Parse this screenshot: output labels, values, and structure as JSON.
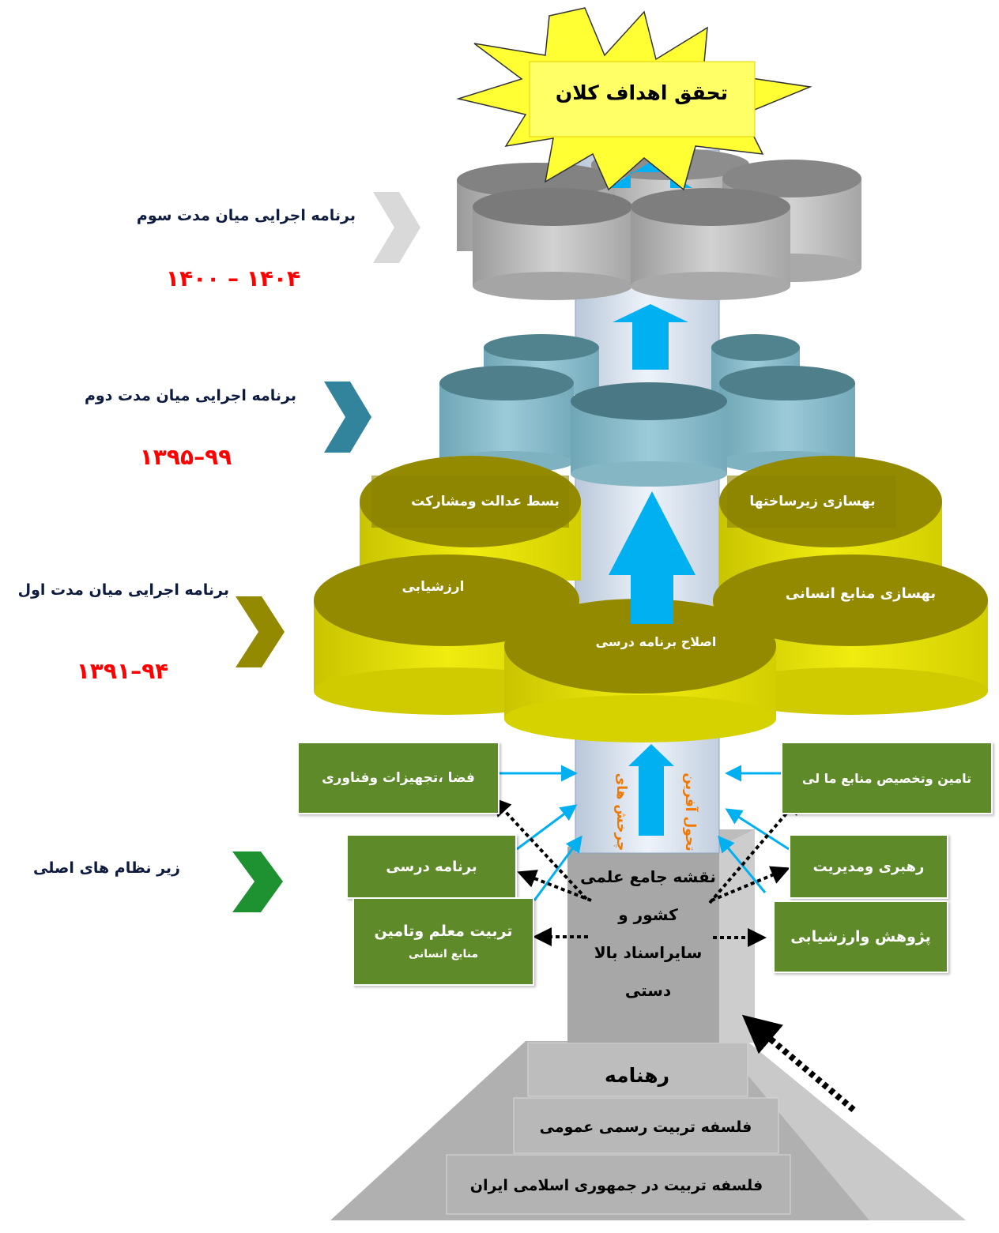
{
  "goal": {
    "title": "تحقق اهداف کلان"
  },
  "phases": [
    {
      "label": "برنامه  اجرایی میان مدت سوم",
      "years": "۱۴۰۰  –  ۱۴۰۴",
      "chevron_color": "#d9d9d9"
    },
    {
      "label": "برنامه اجرایی میان مدت دوم",
      "years": "۱۳۹۵–۹۹",
      "chevron_color": "#31849b"
    },
    {
      "label": "برنامه  اجرایی میان مدت اول",
      "years": "۱۳۹۱–۹۴",
      "chevron_color": "#948a00"
    },
    {
      "label": "زیر نظام های اصلی",
      "years": "",
      "chevron_color": "#1e9131"
    }
  ],
  "first_phase_cylinders": {
    "top_left": "بسط عدالت  ومشارکت",
    "top_right": "بهسازی زیرساختها",
    "middle_left": "ارزشیابی",
    "middle_right": "بهسازی منابع انسانی",
    "front": "اصلاح برنامه درسی"
  },
  "pillar_text": {
    "line1": "چرخش های",
    "line2": "تحول آفرین"
  },
  "subsystems": {
    "facilities": "فضا ،تجهیزات وفناوری",
    "finance": "تامین  وتخصیص  منابع ما لی",
    "curriculum": "برنامه درسی",
    "leadership": "رهبری ومدیریت",
    "teacher_line1": "تربیت معلم وتامین",
    "teacher_line2": "منابع انسانی",
    "research": "پژوهش وارزشیابی"
  },
  "base": {
    "upper_lines": [
      "نقشه جامع علمی",
      "کشور و",
      "سایراسناد بالا",
      "دستی"
    ],
    "guide": "رهنامه",
    "philosophy_general": "فلسفه تربیت  رسمی عمومی",
    "philosophy_iran": "فلسفه تربیت در جمهوری اسلامی ایران"
  },
  "colors": {
    "years_text": "#ff0000",
    "label_text": "#0d1b3e",
    "gray_cylinder": "#bfbfbf",
    "teal_cylinder": "#8fbccb",
    "olive_cylinder": "#948a00",
    "yellow_cylinder": "#e4e000",
    "arrow": "#00b0f0",
    "pillar": "#dbe5f1",
    "star": "#ffff33"
  }
}
